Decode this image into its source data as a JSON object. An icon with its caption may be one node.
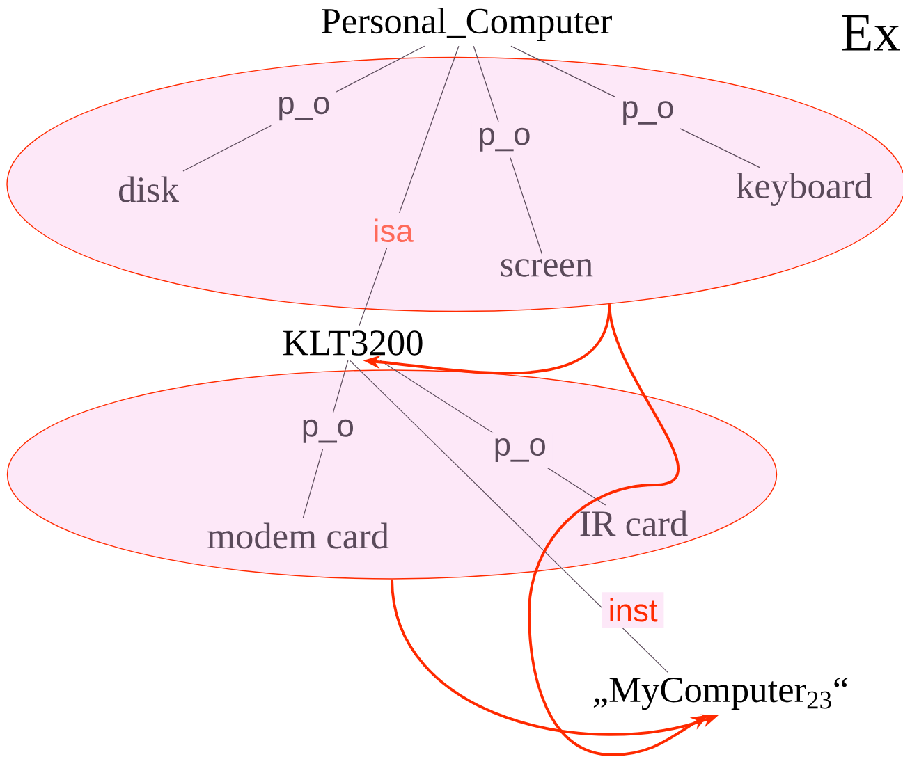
{
  "diagram": {
    "nodes": [
      {
        "text": [
          "Personal_Computer"
        ]
      },
      {
        "text": [],
        "shape": "ellipse"
      },
      {
        "text": [
          "disk"
        ],
        "in": 1
      },
      {
        "text": [
          "keyboard"
        ],
        "in": 1
      },
      {
        "text": [
          "screen"
        ],
        "in": 1
      },
      {
        "text": [
          "KLT3200"
        ]
      },
      {
        "text": [],
        "shape": "ellipse"
      },
      {
        "text": [
          "modem card"
        ],
        "in": 6
      },
      {
        "text": [
          "IR card"
        ],
        "in": 6
      },
      {
        "text": [
          "„MyComputer$_{23}$“"
        ]
      }
    ],
    "edges": [
      {
        "from": 0,
        "to": 2,
        "arrow": "none",
        "label": "p_o"
      },
      {
        "from": 0,
        "to": 5,
        "arrow": "none",
        "label": "isa"
      },
      {
        "from": 0,
        "to": 4,
        "arrow": "none",
        "label": "p_o"
      },
      {
        "from": 0,
        "to": 3,
        "arrow": "none",
        "label": "p_o"
      },
      {
        "from": 5,
        "to": 7,
        "arrow": "none",
        "label": "p_o"
      },
      {
        "from": 5,
        "to": 9,
        "arrow": "none",
        "label": "inst"
      },
      {
        "from": 5,
        "to": 8,
        "arrow": "none",
        "label": "p_o"
      },
      {
        "from": 1,
        "to": 5,
        "arrow": "to",
        "style": "thick",
        "color": "#ff2a00"
      },
      {
        "from": 1,
        "to": 9,
        "arrow": "to",
        "style": "thick",
        "color": "#ff2a00"
      },
      {
        "from": 6,
        "to": 9,
        "arrow": "to",
        "style": "thick",
        "color": "#ff2a00"
      }
    ],
    "labels": [
      "Ex"
    ]
  }
}
